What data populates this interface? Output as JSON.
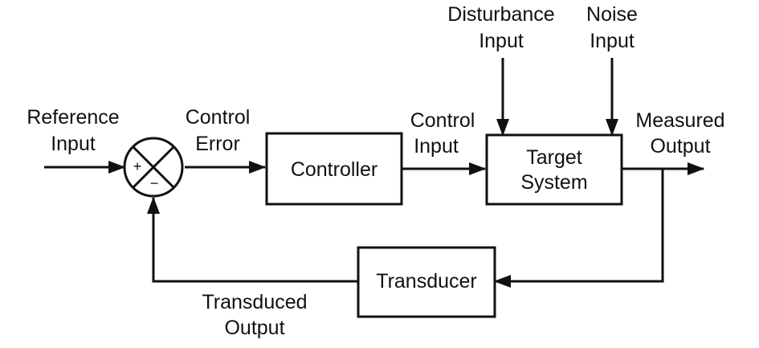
{
  "diagram": {
    "labels": {
      "reference_input": [
        "Reference",
        "Input"
      ],
      "control_error": [
        "Control",
        "Error"
      ],
      "control_input": [
        "Control",
        "Input"
      ],
      "disturbance_input": [
        "Disturbance",
        "Input"
      ],
      "noise_input": [
        "Noise",
        "Input"
      ],
      "measured_output": [
        "Measured",
        "Output"
      ],
      "transduced_output": [
        "Transduced",
        "Output"
      ]
    },
    "blocks": {
      "controller": [
        "Controller"
      ],
      "target_system": [
        "Target",
        "System"
      ],
      "transducer": [
        "Transducer"
      ]
    },
    "summing_junction": {
      "plus": "+",
      "minus": "−"
    },
    "colors": {
      "stroke": "#111111",
      "background": "#ffffff"
    }
  }
}
